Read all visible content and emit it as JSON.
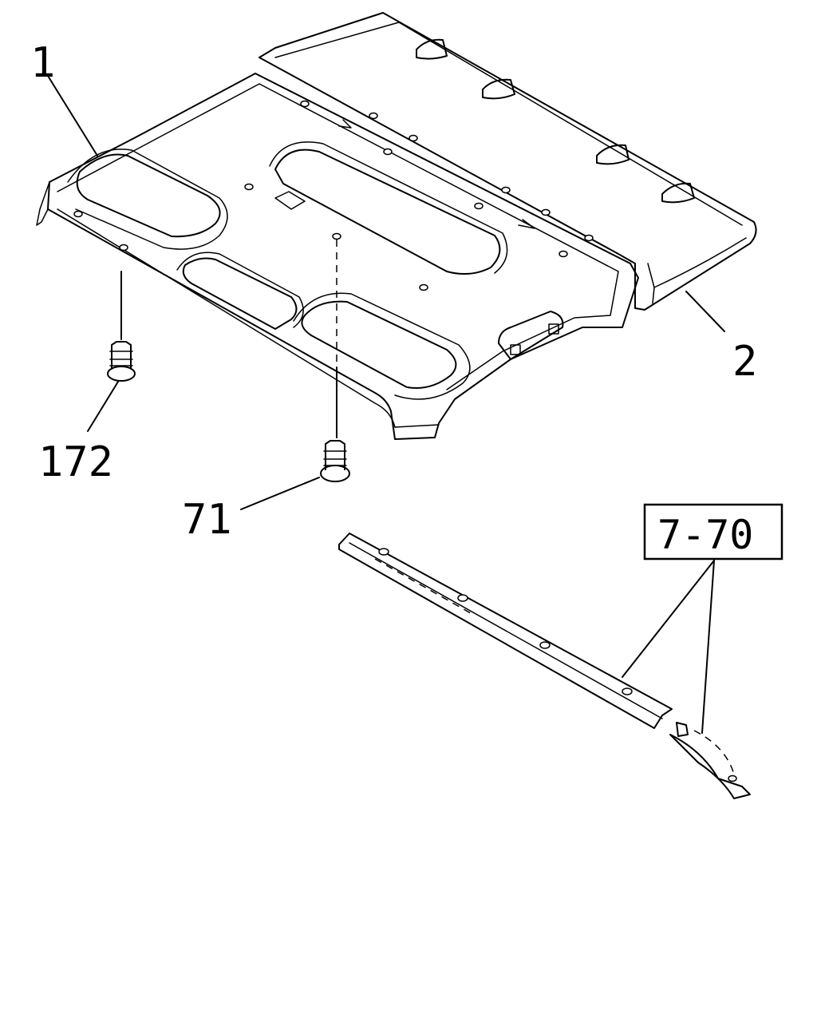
{
  "callouts": {
    "headliner": "1",
    "rear_trim": "2",
    "clip_a": "172",
    "clip_b": "71",
    "reference": "7-70"
  }
}
